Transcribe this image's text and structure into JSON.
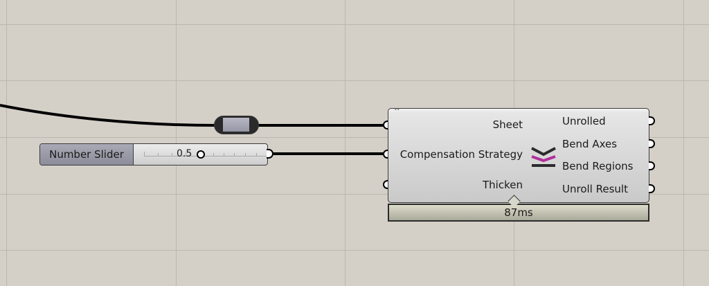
{
  "canvas": {
    "background": "#d4d0c8",
    "grid_color": "#bbb7af",
    "grid_vertical_x": [
      9,
      254,
      498,
      742,
      987
    ],
    "grid_horizontal_y": [
      35,
      116,
      198,
      280,
      361
    ]
  },
  "relay": {
    "type": "relay-node"
  },
  "number_slider": {
    "label": "Number Slider",
    "value": "0.5"
  },
  "component": {
    "icon": "sheet-metal-unroll-icon",
    "accent_color": "#b0309a",
    "inputs": [
      {
        "label": "Sheet"
      },
      {
        "label": "Compensation Strategy"
      },
      {
        "label": "Thicken"
      }
    ],
    "outputs": [
      {
        "label": "Unrolled"
      },
      {
        "label": "Bend Axes"
      },
      {
        "label": "Bend Regions"
      },
      {
        "label": "Unroll Result"
      }
    ],
    "profiler": "87ms"
  }
}
